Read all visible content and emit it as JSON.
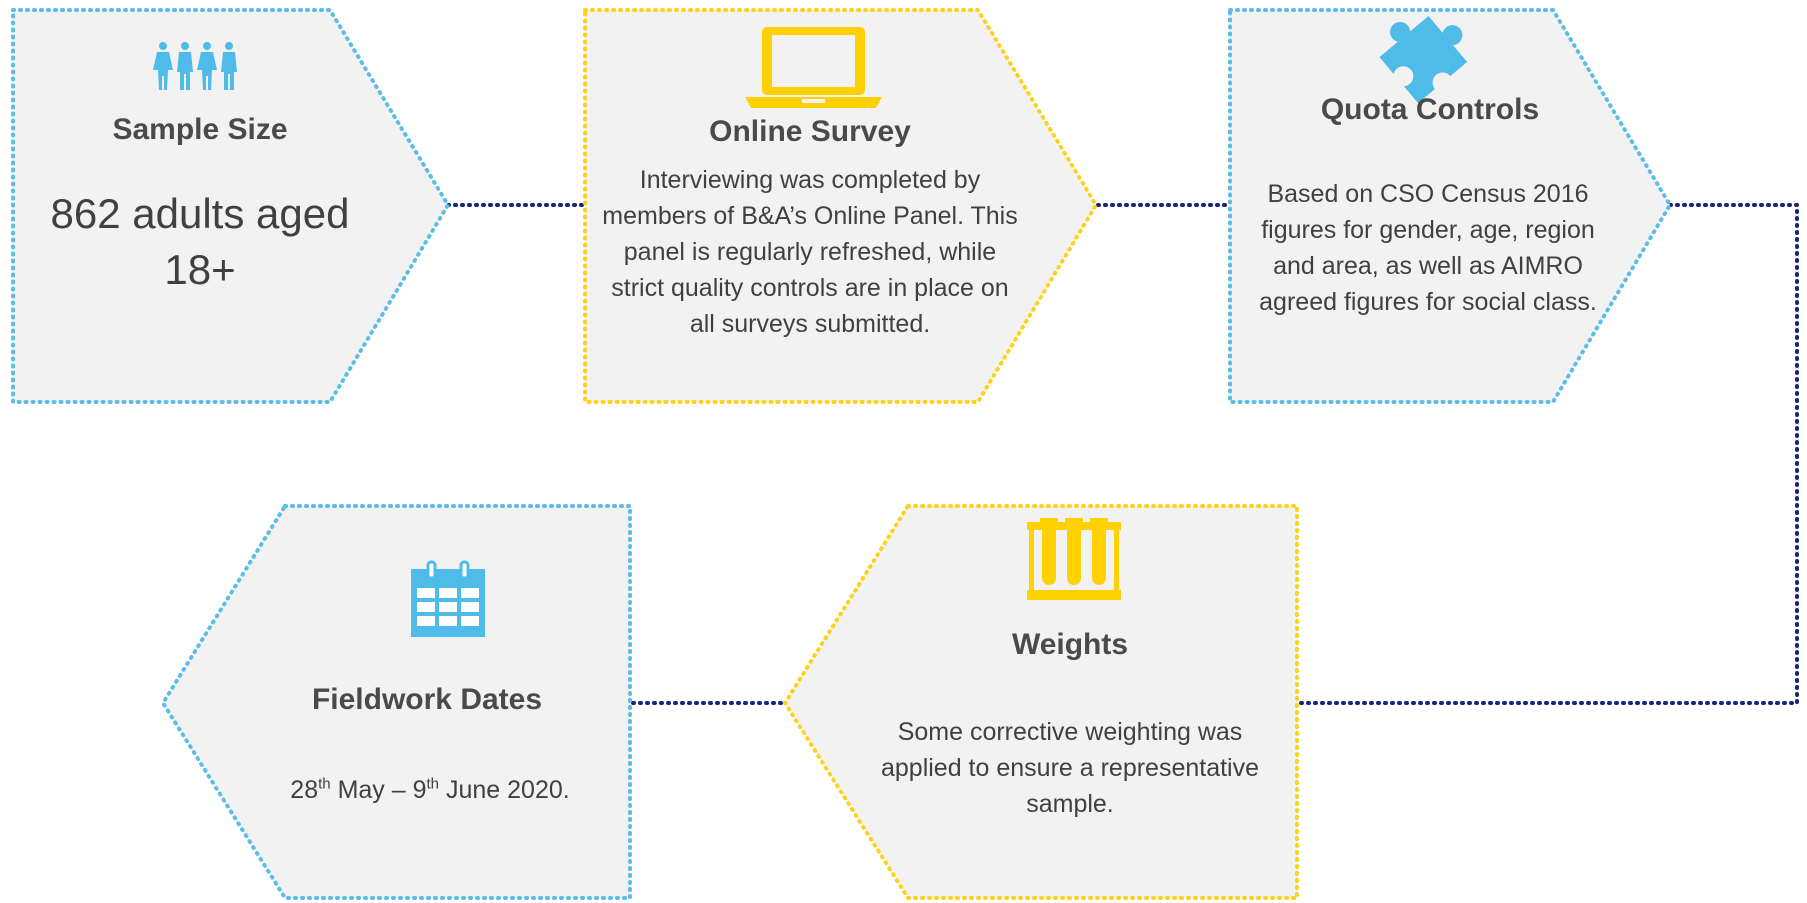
{
  "colors": {
    "blue_border": "#5bbde8",
    "yellow_border": "#ffd21a",
    "connector": "#1a237e",
    "fill": "#f2f2f2",
    "icon_blue": "#4fbbe8",
    "icon_yellow": "#ffd100"
  },
  "boxes": {
    "sample": {
      "title": "Sample Size",
      "text": "862 adults aged 18+",
      "icon": "people-icon"
    },
    "online": {
      "title": "Online Survey",
      "text": "Interviewing was completed by members of B&A’s Online Panel. This panel is regularly refreshed, while strict quality controls are in place on all surveys submitted.",
      "icon": "laptop-icon"
    },
    "quota": {
      "title": "Quota Controls",
      "text": "Based on CSO Census 2016 figures for gender, age, region and area, as well as AIMRO agreed figures for social class.",
      "icon": "puzzle-icon"
    },
    "weights": {
      "title": "Weights",
      "text": "Some corrective weighting was applied to ensure a representative sample.",
      "icon": "test-tubes-icon"
    },
    "fieldwork": {
      "title": "Fieldwork Dates",
      "date_start_day": "28",
      "date_start_suffix": "th",
      "date_start_month": " May – ",
      "date_end_day": "9",
      "date_end_suffix": "th",
      "date_end_rest": " June 2020.",
      "icon": "calendar-icon"
    }
  }
}
